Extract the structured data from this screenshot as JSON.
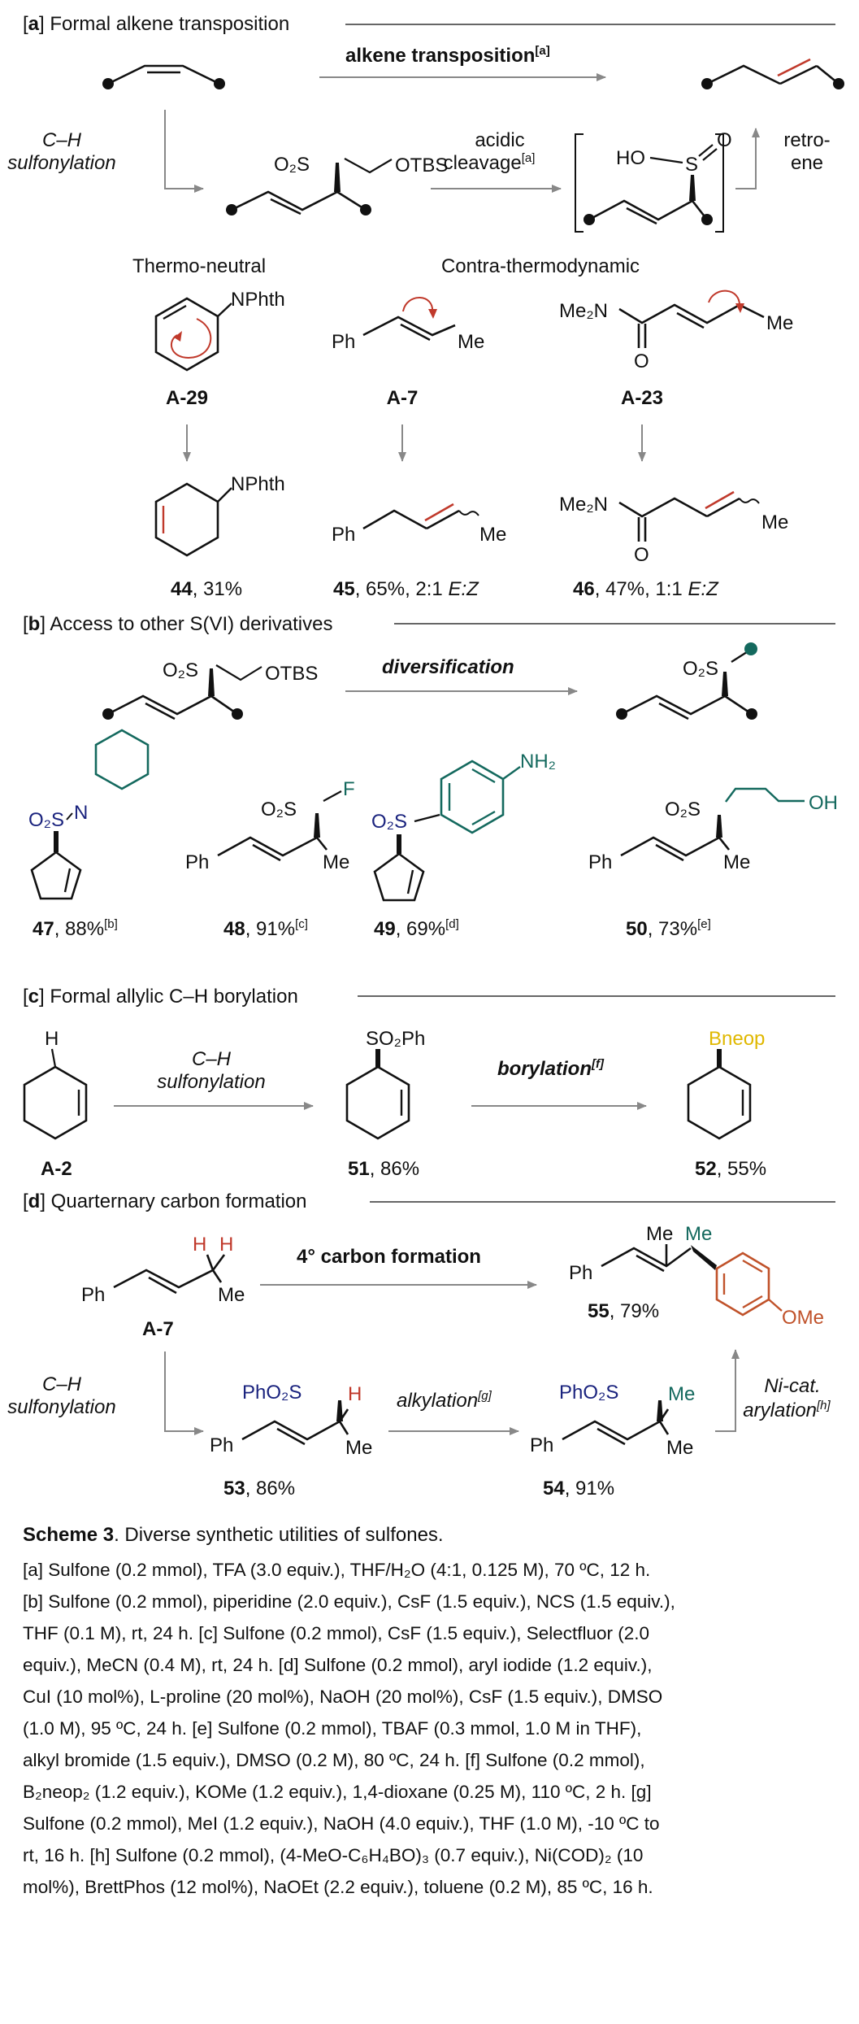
{
  "colors": {
    "red": "#c0392b",
    "teal": "#14695e",
    "navy": "#1a237e",
    "yellow": "#e0b800",
    "orange": "#c0522a",
    "gray": "#808080"
  },
  "a": {
    "label": "a",
    "title": " Formal alkene transposition",
    "arrow_top": "alkene transposition",
    "arrow_top_sup": "[a]",
    "ch1": "C–H",
    "ch2": "sulfonylation",
    "ac1": "acidic",
    "ac2": "cleavage",
    "ac_sup": "[a]",
    "retro1": "retro-",
    "retro2": "ene",
    "so2": "O₂S",
    "otbs": "OTBS",
    "ho": "HO",
    "s": "S",
    "o": "O",
    "thermo_neutral": "Thermo-neutral",
    "contra": "Contra-thermodynamic",
    "nphth": "NPhth",
    "ph": "Ph",
    "me": "Me",
    "me2n": "Me₂N",
    "a29": "A-29",
    "a7": "A-7",
    "a23": "A-23",
    "p44n": "44",
    "p44": ", 31%",
    "p45n": "45",
    "p45": ", 65%, 2:1 ",
    "p45ez": "E:Z",
    "p46n": "46",
    "p46": ", 47%, 1:1 ",
    "p46ez": "E:Z"
  },
  "b": {
    "label": "b",
    "title": " Access to other S(VI) derivatives",
    "arrow": "diversification",
    "so2": "O₂S",
    "otbs": "OTBS",
    "n": "N",
    "f": "F",
    "nh2": "NH₂",
    "oh": "OH",
    "ph": "Ph",
    "me": "Me",
    "p47n": "47",
    "p47": ", 88%",
    "p47s": "[b]",
    "p48n": "48",
    "p48": ", 91%",
    "p48s": "[c]",
    "p49n": "49",
    "p49": ", 69%",
    "p49s": "[d]",
    "p50n": "50",
    "p50": ", 73%",
    "p50s": "[e]"
  },
  "c": {
    "label": "c",
    "title": " Formal allylic C–H borylation",
    "h": "H",
    "ch1": "C–H",
    "ch2": "sulfonylation",
    "bor": "borylation",
    "bor_sup": "[f]",
    "so2ph": "SO₂Ph",
    "bneop": "Bneop",
    "a2": "A-2",
    "p51n": "51",
    "p51": ", 86%",
    "p52n": "52",
    "p52": ", 55%"
  },
  "d": {
    "label": "d",
    "title": " Quarternary carbon formation",
    "h": "H",
    "ph": "Ph",
    "me": "Me",
    "a7": "A-7",
    "arrow": "4° carbon formation",
    "p55n": "55",
    "p55": ", 79%",
    "ome": "OMe",
    "ch1": "C–H",
    "ch2": "sulfonylation",
    "ni1": "Ni-cat.",
    "ni2": "arylation",
    "ni_sup": "[h]",
    "phoso2": "PhO₂S",
    "alk": "alkylation",
    "alk_sup": "[g]",
    "p53n": "53",
    "p53": ", 86%",
    "p54n": "54",
    "p54": ", 91%"
  },
  "caption": {
    "title_bold": "Scheme 3",
    "title_rest": ". Diverse synthetic utilities of sulfones.",
    "lines": [
      "[a] Sulfone (0.2 mmol), TFA (3.0 equiv.), THF/H₂O (4:1, 0.125 M), 70 ºC, 12 h.",
      "[b] Sulfone (0.2 mmol), piperidine (2.0 equiv.), CsF (1.5 equiv.), NCS (1.5 equiv.),",
      "THF (0.1 M), rt, 24 h. [c] Sulfone (0.2 mmol), CsF (1.5 equiv.), Selectfluor (2.0",
      "equiv.), MeCN (0.4 M), rt, 24 h. [d] Sulfone (0.2 mmol), aryl iodide (1.2 equiv.),",
      "CuI (10 mol%), L-proline (20 mol%), NaOH (20 mol%), CsF (1.5 equiv.), DMSO",
      "(1.0 M), 95 ºC, 24 h. [e] Sulfone (0.2 mmol), TBAF (0.3 mmol, 1.0 M in THF),",
      "alkyl bromide (1.5 equiv.), DMSO (0.2 M), 80 ºC, 24 h. [f] Sulfone (0.2 mmol),",
      "B₂neop₂ (1.2 equiv.), KOMe (1.2 equiv.), 1,4-dioxane (0.25 M), 110 ºC, 2 h. [g]",
      "Sulfone (0.2 mmol), MeI (1.2 equiv.), NaOH (4.0 equiv.), THF (1.0 M), -10 ºC to",
      "rt, 16 h. [h] Sulfone (0.2 mmol), (4-MeO-C₆H₄BO)₃ (0.7 equiv.), Ni(COD)₂ (10",
      "mol%), BrettPhos (12 mol%), NaOEt (2.2 equiv.), toluene (0.2 M), 85 ºC, 16 h."
    ]
  }
}
